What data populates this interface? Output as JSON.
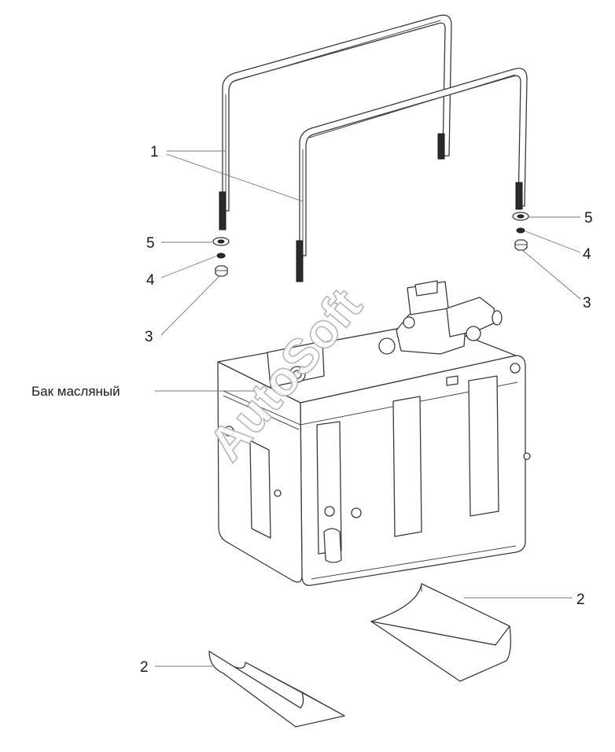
{
  "callouts": {
    "c1": "1",
    "c2a": "2",
    "c2b": "2",
    "c3a": "3",
    "c3b": "3",
    "c4a": "4",
    "c4b": "4",
    "c5a": "5",
    "c5b": "5"
  },
  "part_label": "Бак масляный",
  "watermark": "AutoSoft"
}
